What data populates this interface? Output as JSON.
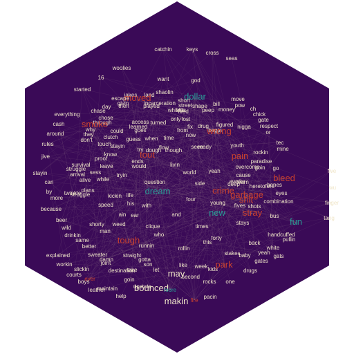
{
  "graph": {
    "background": "#3a0a57",
    "edge_color": "#c8b4a8",
    "colors": {
      "normal": "#f0e6c8",
      "red": "#c8402e",
      "teal": "#2a9e97"
    },
    "words": [
      {
        "text": "catchin",
        "color": "normal"
      },
      {
        "text": "keys",
        "color": "normal"
      },
      {
        "text": "cross",
        "color": "normal"
      },
      {
        "text": "seas",
        "color": "normal"
      },
      {
        "text": "woolies",
        "color": "normal"
      },
      {
        "text": "want",
        "color": "normal"
      },
      {
        "text": "god",
        "color": "normal"
      },
      {
        "text": "16",
        "color": "normal"
      },
      {
        "text": "started",
        "color": "normal"
      },
      {
        "text": "jakes",
        "color": "normal"
      },
      {
        "text": "land",
        "color": "normal"
      },
      {
        "text": "shaolin",
        "color": "normal"
      },
      {
        "text": "dollar",
        "color": "teal"
      },
      {
        "text": "moved",
        "color": "red"
      },
      {
        "text": "escape",
        "color": "normal"
      },
      {
        "text": "givin",
        "color": "normal"
      },
      {
        "text": "incarceration",
        "color": "normal"
      },
      {
        "text": "short",
        "color": "normal"
      },
      {
        "text": "bill",
        "color": "normal"
      },
      {
        "text": "move",
        "color": "normal"
      },
      {
        "text": "day",
        "color": "normal"
      },
      {
        "text": "then",
        "color": "normal"
      },
      {
        "text": "played",
        "color": "normal"
      },
      {
        "text": "street",
        "color": "normal"
      },
      {
        "text": "shape",
        "color": "normal"
      },
      {
        "text": "pow",
        "color": "normal"
      },
      {
        "text": "ch",
        "color": "normal"
      },
      {
        "text": "peep",
        "color": "normal"
      },
      {
        "text": "money",
        "color": "normal"
      },
      {
        "text": "kids",
        "color": "normal"
      },
      {
        "text": "chick",
        "color": "normal"
      },
      {
        "text": "chase",
        "color": "normal"
      },
      {
        "text": "whistle",
        "color": "normal"
      },
      {
        "text": "fired",
        "color": "normal"
      },
      {
        "text": "everything",
        "color": "normal"
      },
      {
        "text": "chose",
        "color": "normal"
      },
      {
        "text": "only",
        "color": "normal"
      },
      {
        "text": "lost",
        "color": "normal"
      },
      {
        "text": "gate",
        "color": "normal"
      },
      {
        "text": "through",
        "color": "normal"
      },
      {
        "text": "access",
        "color": "normal"
      },
      {
        "text": "turned",
        "color": "normal"
      },
      {
        "text": "cash",
        "color": "normal"
      },
      {
        "text": "smoke",
        "color": "red"
      },
      {
        "text": "learned",
        "color": "normal"
      },
      {
        "text": "fix",
        "color": "normal"
      },
      {
        "text": "drug",
        "color": "normal"
      },
      {
        "text": "figured",
        "color": "normal"
      },
      {
        "text": "nigga",
        "color": "normal"
      },
      {
        "text": "respect",
        "color": "normal"
      },
      {
        "text": "why",
        "color": "normal"
      },
      {
        "text": "could",
        "color": "normal"
      },
      {
        "text": "goes",
        "color": "normal"
      },
      {
        "text": "from",
        "color": "normal"
      },
      {
        "text": "now",
        "color": "normal"
      },
      {
        "text": "begin",
        "color": "normal"
      },
      {
        "text": "wrong",
        "color": "red"
      },
      {
        "text": "around",
        "color": "normal"
      },
      {
        "text": "they",
        "color": "normal"
      },
      {
        "text": "don't",
        "color": "normal"
      },
      {
        "text": "clutch",
        "color": "normal"
      },
      {
        "text": "guess",
        "color": "normal"
      },
      {
        "text": "when",
        "color": "normal"
      },
      {
        "text": "time",
        "color": "normal"
      },
      {
        "text": "or",
        "color": "normal"
      },
      {
        "text": "tec",
        "color": "normal"
      },
      {
        "text": "rules",
        "color": "normal"
      },
      {
        "text": "touch",
        "color": "normal"
      },
      {
        "text": "stayin",
        "color": "normal"
      },
      {
        "text": "flow",
        "color": "normal"
      },
      {
        "text": "seen",
        "color": "normal"
      },
      {
        "text": "ready",
        "color": "normal"
      },
      {
        "text": "youth",
        "color": "normal"
      },
      {
        "text": "mine",
        "color": "normal"
      },
      {
        "text": "jive",
        "color": "normal"
      },
      {
        "text": "know",
        "color": "normal"
      },
      {
        "text": "try",
        "color": "normal"
      },
      {
        "text": "dough",
        "color": "normal"
      },
      {
        "text": "though",
        "color": "normal"
      },
      {
        "text": "rockin",
        "color": "normal"
      },
      {
        "text": "pain",
        "color": "red"
      },
      {
        "text": "proof",
        "color": "normal"
      },
      {
        "text": "tout",
        "color": "red"
      },
      {
        "text": "paradise",
        "color": "normal"
      },
      {
        "text": "survival",
        "color": "normal"
      },
      {
        "text": "ends",
        "color": "normal"
      },
      {
        "text": "livin",
        "color": "normal"
      },
      {
        "text": "go",
        "color": "normal"
      },
      {
        "text": "struggle",
        "color": "normal"
      },
      {
        "text": "leave",
        "color": "normal"
      },
      {
        "text": "would",
        "color": "normal"
      },
      {
        "text": "overcome",
        "color": "normal"
      },
      {
        "text": "goin",
        "color": "normal"
      },
      {
        "text": "five",
        "color": "normal"
      },
      {
        "text": "stayin",
        "color": "normal"
      },
      {
        "text": "sess",
        "color": "normal"
      },
      {
        "text": "arrival",
        "color": "normal"
      },
      {
        "text": "while",
        "color": "normal"
      },
      {
        "text": "tryin",
        "color": "normal"
      },
      {
        "text": "world",
        "color": "normal"
      },
      {
        "text": "cause",
        "color": "normal"
      },
      {
        "text": "bleed",
        "color": "red"
      },
      {
        "text": "yeah",
        "color": "normal"
      },
      {
        "text": "plans",
        "color": "normal"
      },
      {
        "text": "awake",
        "color": "normal"
      },
      {
        "text": "learn",
        "color": "normal"
      },
      {
        "text": "can",
        "color": "normal"
      },
      {
        "text": "alive",
        "color": "normal"
      },
      {
        "text": "question",
        "color": "normal"
      },
      {
        "text": "side",
        "color": "normal"
      },
      {
        "text": "deep",
        "color": "normal"
      },
      {
        "text": "heretofore",
        "color": "normal"
      },
      {
        "text": "bones",
        "color": "normal"
      },
      {
        "text": "wu",
        "color": "normal"
      },
      {
        "text": "by",
        "color": "normal"
      },
      {
        "text": "twinkle",
        "color": "normal"
      },
      {
        "text": "struggle",
        "color": "normal"
      },
      {
        "text": "dream",
        "color": "teal"
      },
      {
        "text": "crime",
        "color": "red"
      },
      {
        "text": "garbage",
        "color": "red"
      },
      {
        "text": "eyes",
        "color": "normal"
      },
      {
        "text": "more",
        "color": "normal"
      },
      {
        "text": "kickin",
        "color": "normal"
      },
      {
        "text": "life",
        "color": "normal"
      },
      {
        "text": "four",
        "color": "normal"
      },
      {
        "text": "shit",
        "color": "red"
      },
      {
        "text": "combination",
        "color": "normal"
      },
      {
        "text": "finger",
        "color": "normal"
      },
      {
        "text": "because",
        "color": "normal"
      },
      {
        "text": "speed",
        "color": "normal"
      },
      {
        "text": "his",
        "color": "normal"
      },
      {
        "text": "with",
        "color": "normal"
      },
      {
        "text": "young",
        "color": "normal"
      },
      {
        "text": "new",
        "color": "teal"
      },
      {
        "text": "shots",
        "color": "normal"
      },
      {
        "text": "beer",
        "color": "normal"
      },
      {
        "text": "ain",
        "color": "normal"
      },
      {
        "text": "ear",
        "color": "normal"
      },
      {
        "text": "and",
        "color": "normal"
      },
      {
        "text": "fives",
        "color": "normal"
      },
      {
        "text": "stray",
        "color": "red"
      },
      {
        "text": "bus",
        "color": "normal"
      },
      {
        "text": "tang",
        "color": "normal"
      },
      {
        "text": "wild",
        "color": "normal"
      },
      {
        "text": "shorty",
        "color": "normal"
      },
      {
        "text": "weed",
        "color": "normal"
      },
      {
        "text": "clique",
        "color": "normal"
      },
      {
        "text": "times",
        "color": "normal"
      },
      {
        "text": "stays",
        "color": "normal"
      },
      {
        "text": "fun",
        "color": "teal"
      },
      {
        "text": "drinkin",
        "color": "normal"
      },
      {
        "text": "man",
        "color": "normal"
      },
      {
        "text": "who",
        "color": "normal"
      },
      {
        "text": "forty",
        "color": "normal"
      },
      {
        "text": "handcuffed",
        "color": "normal"
      },
      {
        "text": "same",
        "color": "normal"
      },
      {
        "text": "tough",
        "color": "red"
      },
      {
        "text": "runnin",
        "color": "normal"
      },
      {
        "text": "this",
        "color": "normal"
      },
      {
        "text": "back",
        "color": "normal"
      },
      {
        "text": "pullin",
        "color": "normal"
      },
      {
        "text": "better",
        "color": "normal"
      },
      {
        "text": "rollin",
        "color": "normal"
      },
      {
        "text": "white",
        "color": "normal"
      },
      {
        "text": "sweater",
        "color": "normal"
      },
      {
        "text": "straight",
        "color": "normal"
      },
      {
        "text": "stakes",
        "color": "normal"
      },
      {
        "text": "baby",
        "color": "normal"
      },
      {
        "text": "yeah",
        "color": "normal"
      },
      {
        "text": "explained",
        "color": "normal"
      },
      {
        "text": "damn",
        "color": "normal"
      },
      {
        "text": "gotta",
        "color": "normal"
      },
      {
        "text": "gats",
        "color": "normal"
      },
      {
        "text": "workin",
        "color": "normal"
      },
      {
        "text": "joint",
        "color": "normal"
      },
      {
        "text": "son",
        "color": "normal"
      },
      {
        "text": "like",
        "color": "normal"
      },
      {
        "text": "week",
        "color": "normal"
      },
      {
        "text": "gates",
        "color": "normal"
      },
      {
        "text": "slickin",
        "color": "normal"
      },
      {
        "text": "destination",
        "color": "normal"
      },
      {
        "text": "take",
        "color": "normal"
      },
      {
        "text": "let",
        "color": "normal"
      },
      {
        "text": "kids",
        "color": "normal"
      },
      {
        "text": "drugs",
        "color": "normal"
      },
      {
        "text": "courts",
        "color": "normal"
      },
      {
        "text": "may",
        "color": "normal"
      },
      {
        "text": "park",
        "color": "red"
      },
      {
        "text": "ever",
        "color": "red"
      },
      {
        "text": "goin",
        "color": "normal"
      },
      {
        "text": "second",
        "color": "normal"
      },
      {
        "text": "rocks",
        "color": "normal"
      },
      {
        "text": "one",
        "color": "normal"
      },
      {
        "text": "boys",
        "color": "normal"
      },
      {
        "text": "maintain",
        "color": "normal"
      },
      {
        "text": "upstate",
        "color": "normal"
      },
      {
        "text": "bounced",
        "color": "normal"
      },
      {
        "text": "more",
        "color": "teal"
      },
      {
        "text": "leather",
        "color": "normal"
      },
      {
        "text": "help",
        "color": "normal"
      },
      {
        "text": "pacin",
        "color": "normal"
      },
      {
        "text": "makin",
        "color": "normal"
      },
      {
        "text": "fire",
        "color": "red"
      },
      {
        "text": "escapes",
        "color": "normal"
      }
    ]
  }
}
